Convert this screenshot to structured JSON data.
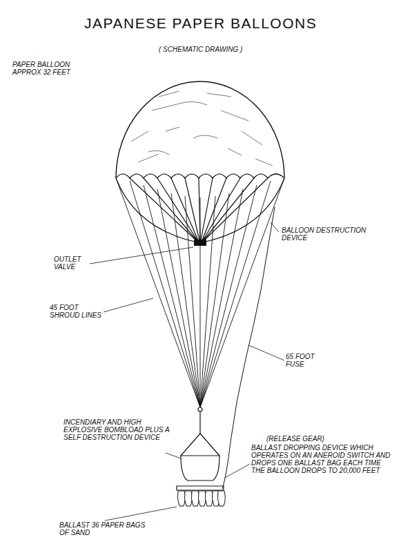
{
  "diagram": {
    "title": "JAPANESE PAPER BALLOONS",
    "labels": [
      "( SCHEMATIC DRAWING )",
      "PAPER BALLOON APPROX 32 FEET",
      "BALLOON DESTRUCTION DEVICE",
      "OUTLET VALVE",
      "45 FOOT SHROUD LINES",
      "65 FOOT FUSE",
      "INCENDIARY AND HIGH EXPLOSIVE BOMBLOAD PLUS A SELF DESTRUCTION DEVICE",
      "(RELEASE GEAR)",
      "BALLAST DROPPING DEVICE WHICH OPERATES ON AN ANEROID SWITCH AND DROPS ONE BALLAST BAG EACH TIME THE BALLOON DROPS TO 20,000 FEET",
      "BALLAST 36 PAPER BAGS OF SAND"
    ]
  }
}
